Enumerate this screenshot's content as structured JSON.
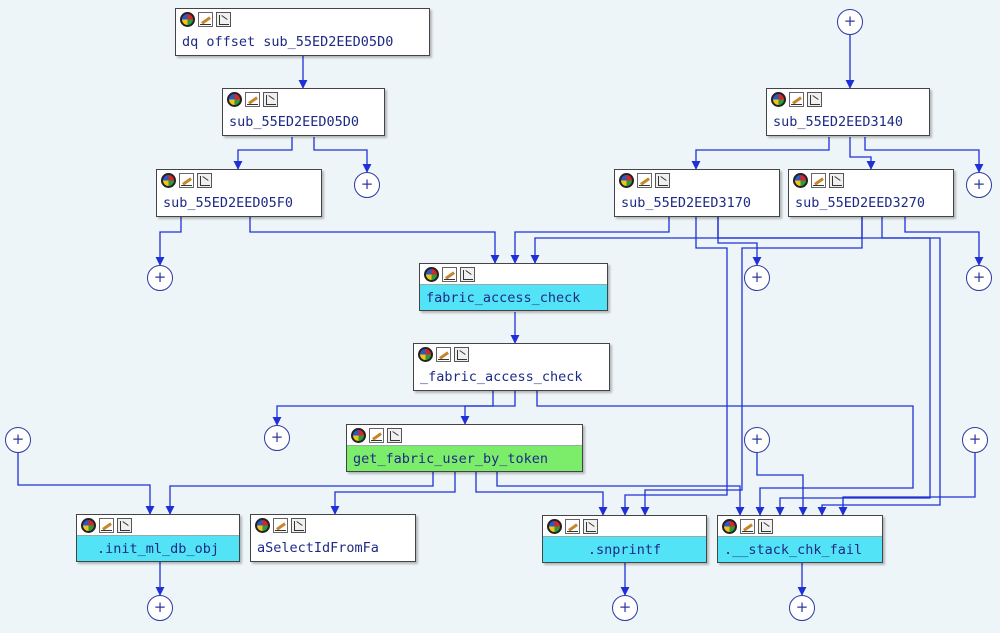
{
  "graph": {
    "nodes": [
      {
        "id": "n_dq",
        "label": "dq offset sub_55ED2EED05D0"
      },
      {
        "id": "n_5d0",
        "label": "sub_55ED2EED05D0"
      },
      {
        "id": "n_5f0",
        "label": "sub_55ED2EED05F0"
      },
      {
        "id": "n_3140",
        "label": "sub_55ED2EED3140"
      },
      {
        "id": "n_3170",
        "label": "sub_55ED2EED3170"
      },
      {
        "id": "n_3270",
        "label": "sub_55ED2EED3270"
      },
      {
        "id": "n_fac",
        "label": "fabric_access_check"
      },
      {
        "id": "n_ufac",
        "label": "_fabric_access_check"
      },
      {
        "id": "n_gfu",
        "label": "get_fabric_user_by_token"
      },
      {
        "id": "n_init",
        "label": ".init_ml_db_obj"
      },
      {
        "id": "n_sel",
        "label": "aSelectIdFromFa"
      },
      {
        "id": "n_snp",
        "label": ".snprintf"
      },
      {
        "id": "n_stk",
        "label": ".__stack_chk_fail"
      }
    ],
    "expand_symbol": "+",
    "colors": {
      "background": "#eef5f9",
      "edge": "#1f31d6",
      "highlight_cyan": "#52e4f6",
      "highlight_green": "#7ced6a",
      "node_text": "#1e2a86"
    },
    "icons": [
      "color-icon",
      "rename-icon",
      "graph-icon"
    ]
  }
}
